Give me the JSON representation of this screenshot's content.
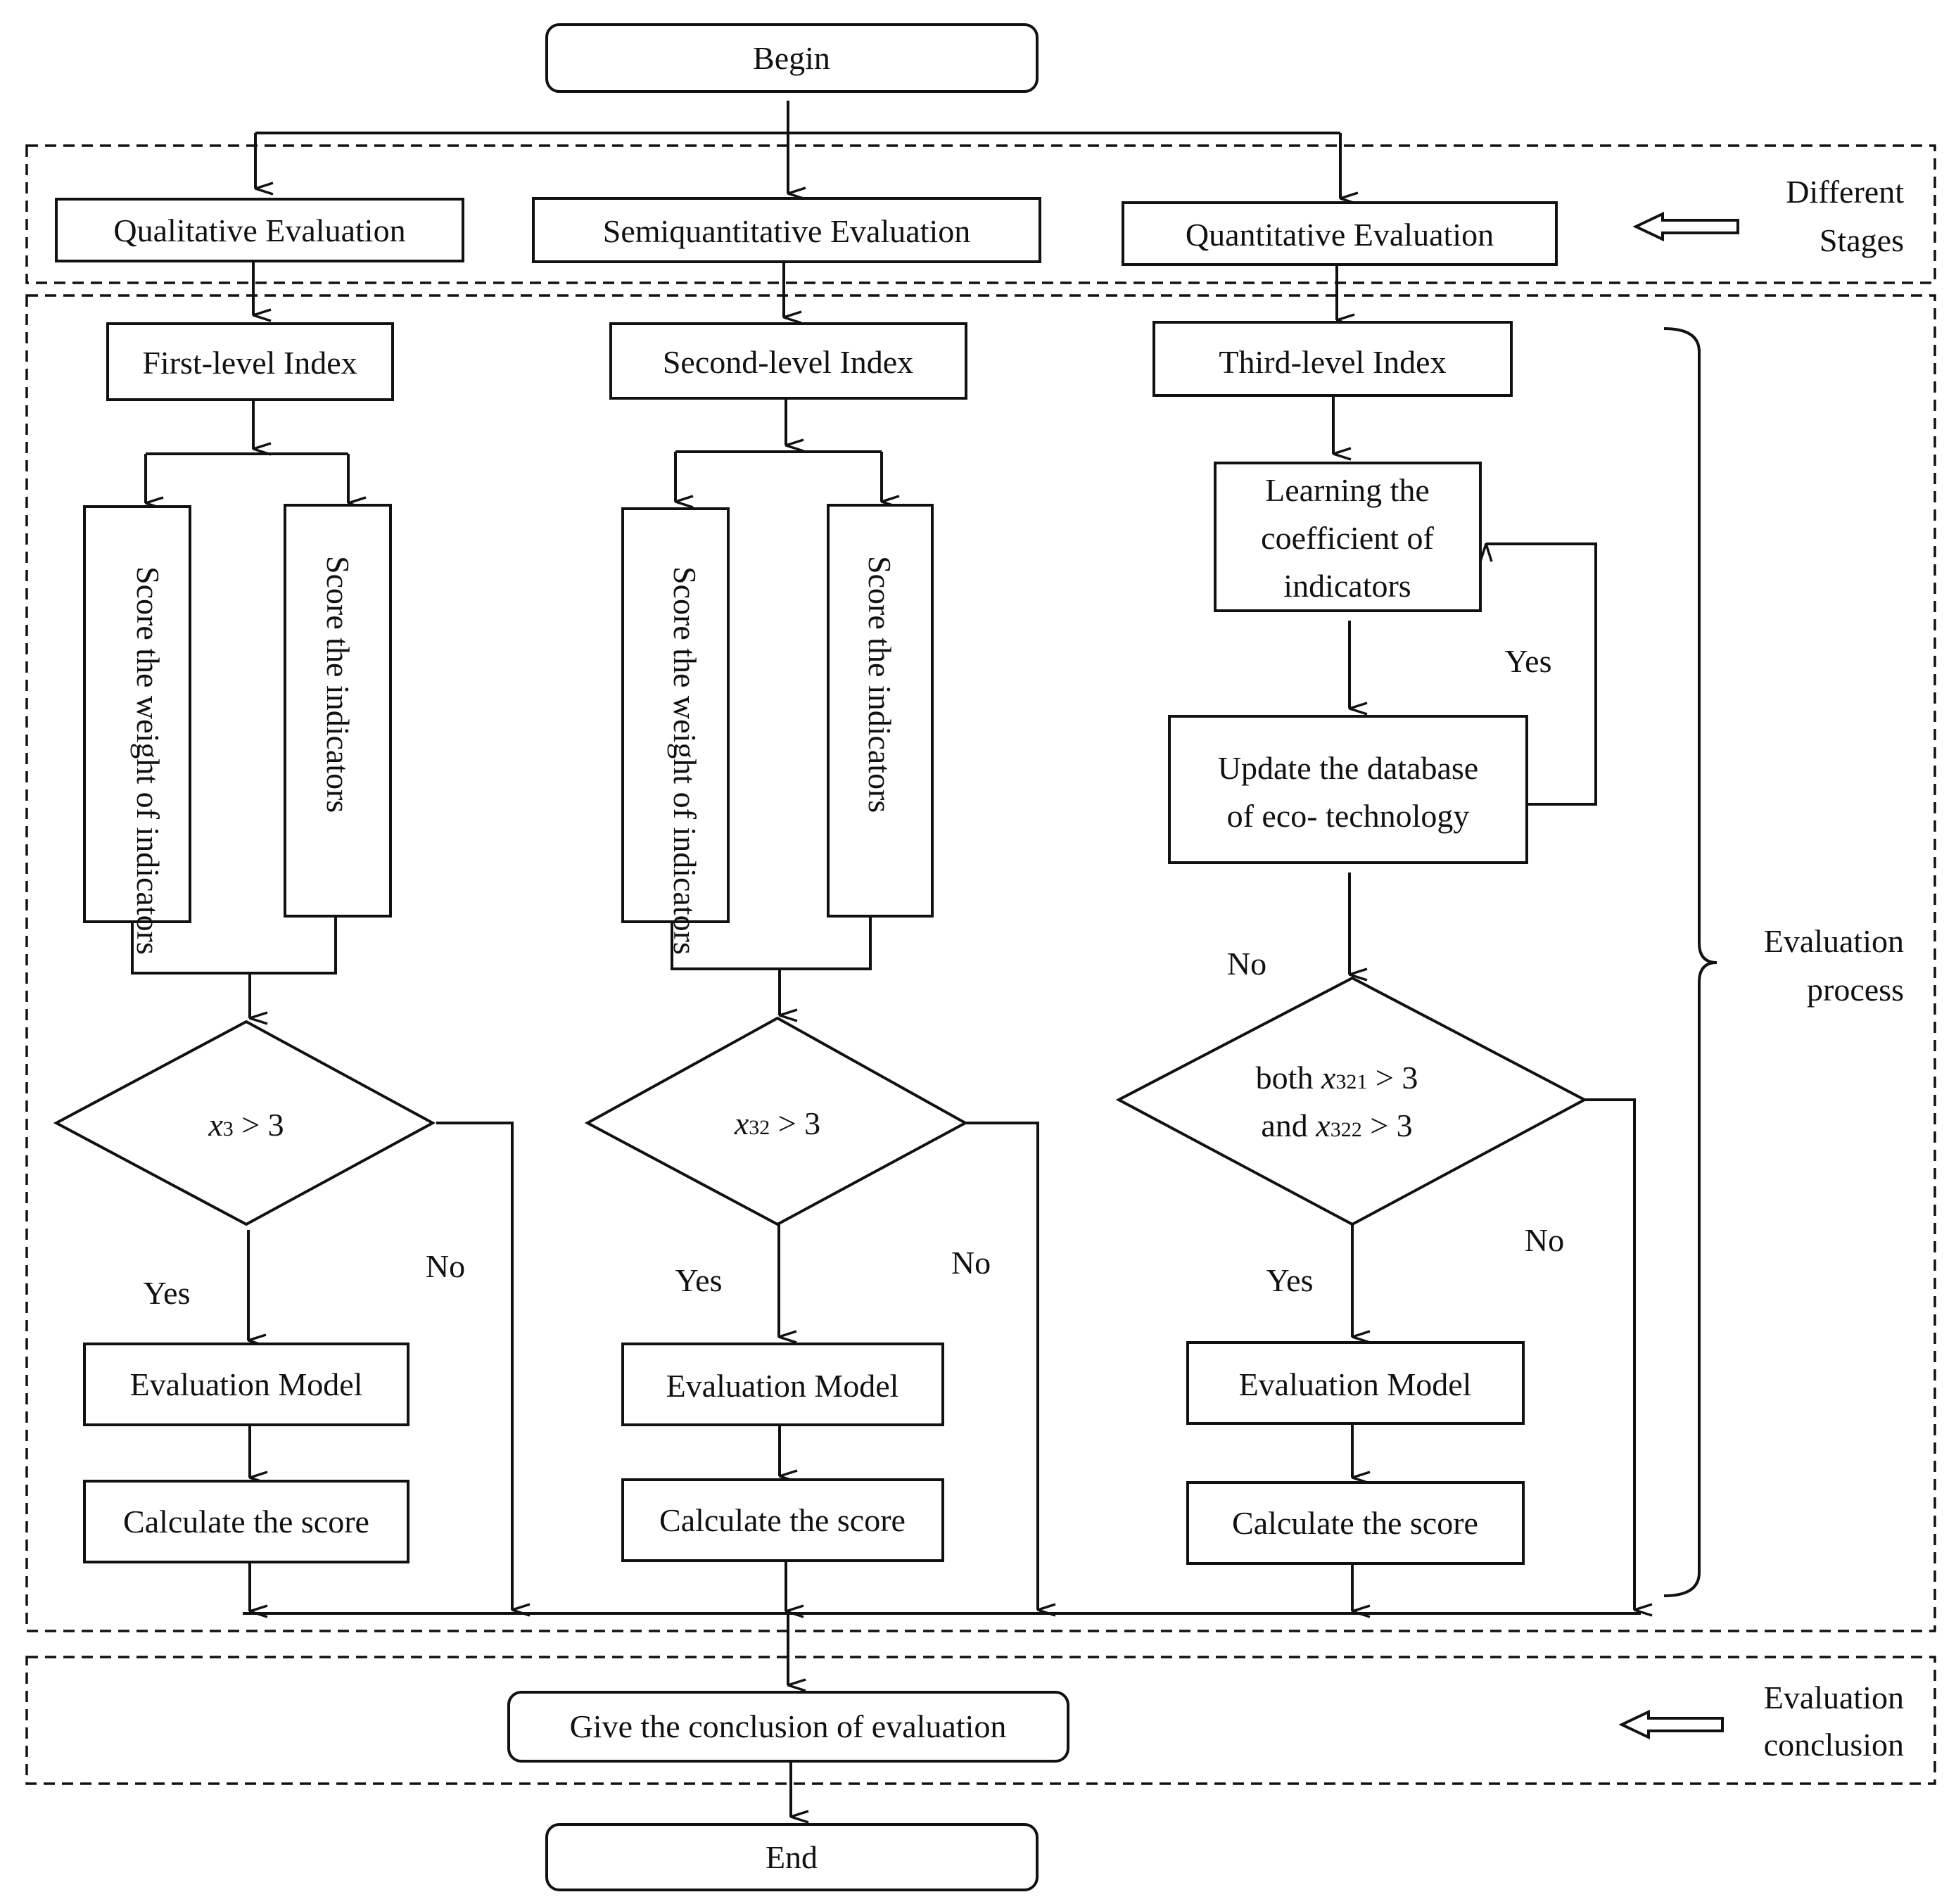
{
  "nodes": {
    "begin": "Begin",
    "end": "End",
    "stage_qualitative": "Qualitative Evaluation",
    "stage_semiquantitative": "Semiquantitative Evaluation",
    "stage_quantitative": "Quantitative Evaluation",
    "first_level_index": "First-level Index",
    "second_level_index": "Second-level Index",
    "third_level_index": "Third-level Index",
    "score_weight": "Score the weight of indicators",
    "score_indicators": "Score the indicators",
    "learning_l1": "Learning the",
    "learning_l2": "coefficient of",
    "learning_l3": "indicators",
    "update_l1": "Update the database",
    "update_l2": "of eco- technology",
    "evaluation_model": "Evaluation Model",
    "calculate_score": "Calculate the score",
    "conclusion": "Give the conclusion of evaluation"
  },
  "conditions": {
    "x_var": "x",
    "cond1_sub": "3",
    "cond2_sub": "32",
    "cond3_sub_a": "321",
    "cond3_sub_b": "322",
    "gt3": " > 3",
    "both": "both",
    "and": "and"
  },
  "labels": {
    "yes": "Yes",
    "no": "No"
  },
  "side_labels": {
    "different_stages_l1": "Different",
    "different_stages_l2": "Stages",
    "evaluation_process_l1": "Evaluation",
    "evaluation_process_l2": "process",
    "evaluation_conclusion_l1": "Evaluation",
    "evaluation_conclusion_l2": "conclusion"
  }
}
